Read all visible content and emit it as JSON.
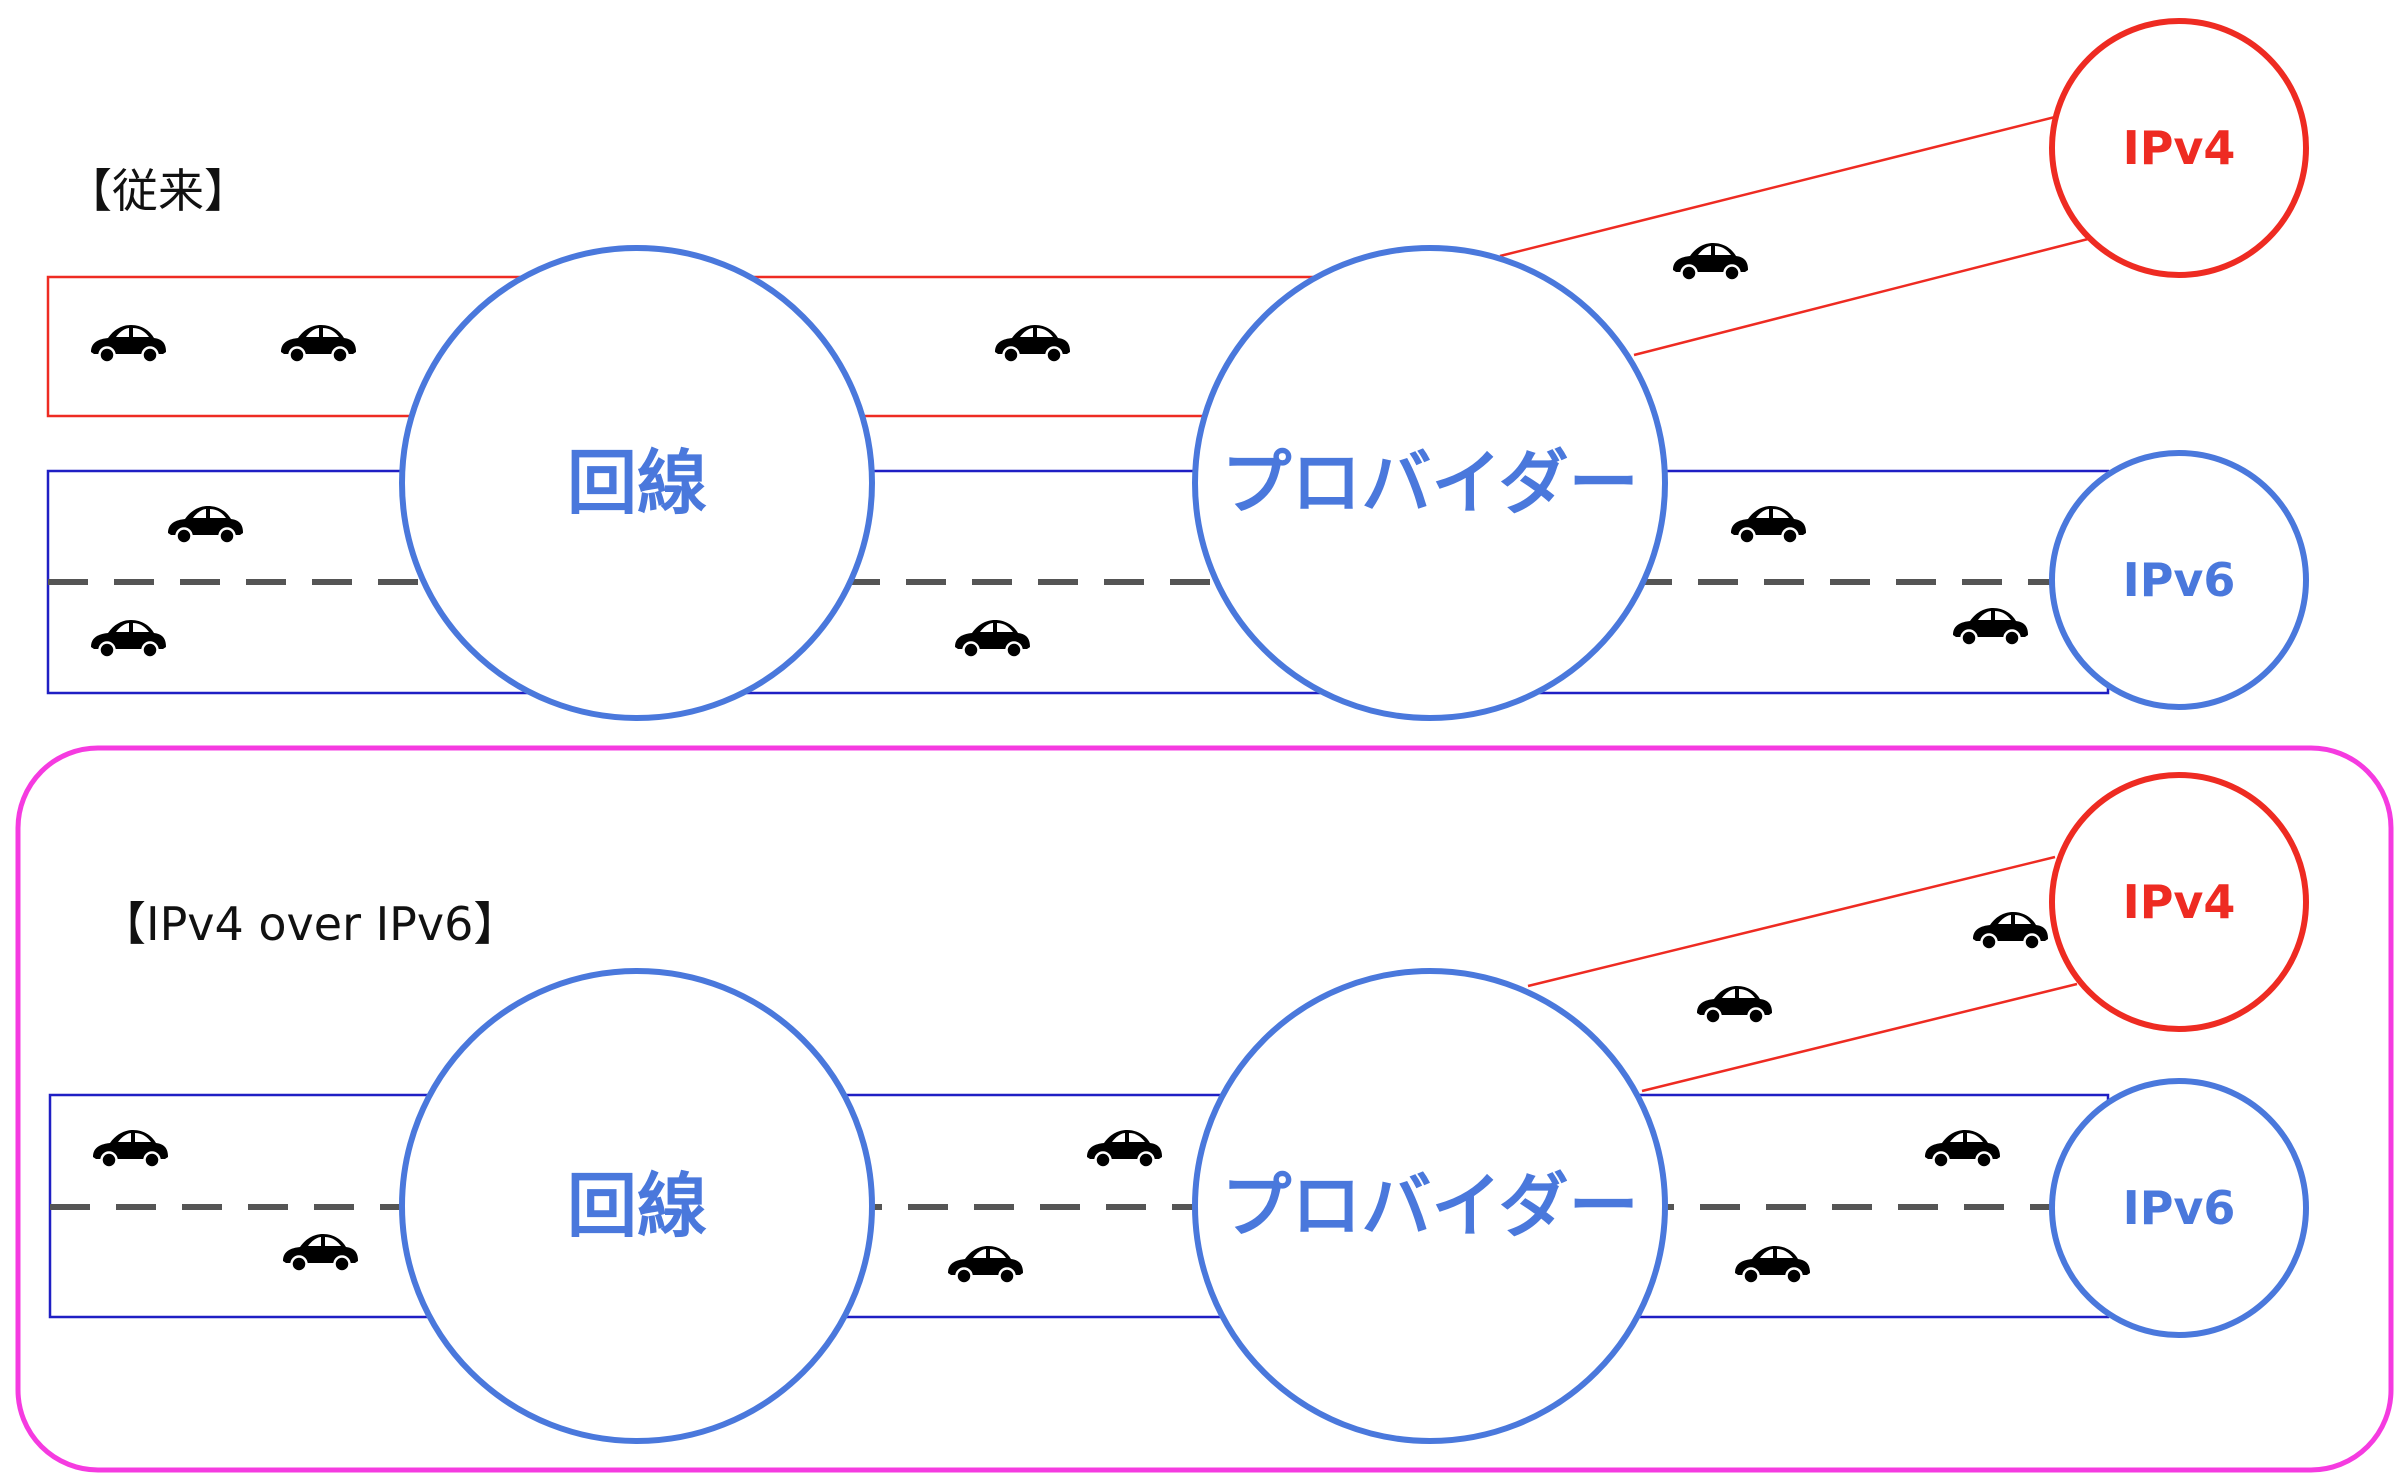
{
  "sections": {
    "legacy": {
      "label": "【従来】",
      "line_label": "回線",
      "provider_label": "プロバイダー",
      "ipv4_label": "IPv4",
      "ipv6_label": "IPv6"
    },
    "ipv4_over_ipv6": {
      "label": "【IPv4 over IPv6】",
      "line_label": "回線",
      "provider_label": "プロバイダー",
      "ipv4_label": "IPv4",
      "ipv6_label": "IPv6"
    }
  },
  "colors": {
    "ipv4": "#ee2b22",
    "ipv6_road": "#1f1fc4",
    "node": "#4a78dc",
    "highlight_frame": "#f53be0",
    "lane_divider": "#555555",
    "car": "#000000"
  },
  "icons": {
    "car": "car-icon"
  }
}
